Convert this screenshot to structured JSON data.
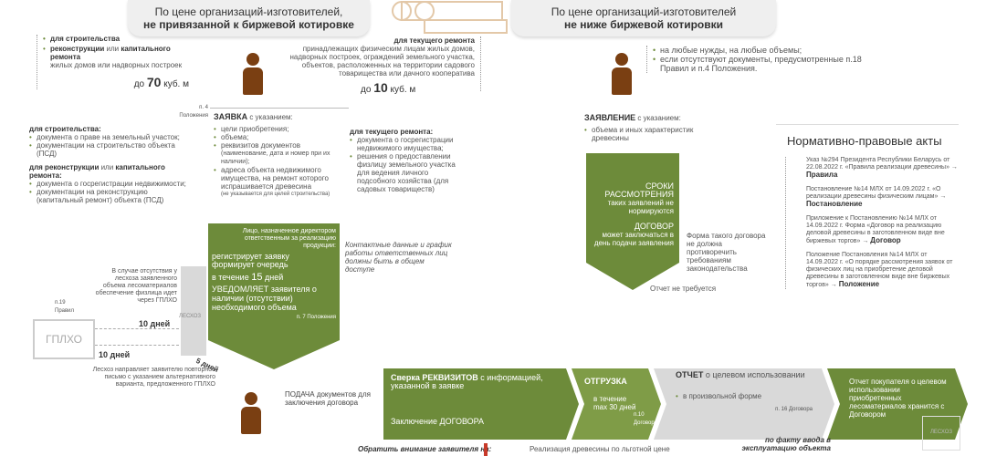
{
  "banner_left": {
    "line1": "По цене организаций-изготовителей,",
    "line2": "не привязанной к биржевой котировке"
  },
  "banner_right": {
    "line1": "По цене организаций-изготовителей",
    "line2": "не ниже биржевой котировки"
  },
  "top_left": {
    "item1": "для строительства",
    "item2_a": "реконструкции",
    "item2_b": " или ",
    "item2_c": "капитального ремонта",
    "item2_sub": "жилых домов или надворных построек",
    "limit_pre": "до ",
    "limit_num": "70",
    "limit_post": " куб. м"
  },
  "top_mid": {
    "title": "для текущего ремонта",
    "text": "принадлежащих физическим лицам жилых домов, надворных построек, ограждений земельного участка, объектов, расположенных на территории садового товарищества или дачного кооператива",
    "limit_pre": "до ",
    "limit_num": "10",
    "limit_post": " куб. м"
  },
  "top_right": {
    "item1": "на любые нужды, на любые объемы;",
    "item2": "если отсутствуют документы, предусмотренные п.18 Правил и п.4 Положения."
  },
  "left_docs": {
    "build_title": "для строительства:",
    "build_1": "документа о праве на земельный участок;",
    "build_2": "документации на строительство объекта (ПСД)",
    "recon_title_a": "для реконструкции",
    "recon_title_b": " или ",
    "recon_title_c": "капитального ремонта:",
    "recon_1": "документа о госрегистрации недвижимости;",
    "recon_2": "документации на реконструкцию (капитальный ремонт) объекта (ПСД)"
  },
  "application": {
    "ref": "п. 4 Положения",
    "title_a": "ЗАЯВКА",
    "title_b": " с указанием:",
    "i1": "цели приобретения;",
    "i2": "объема;",
    "i3": "реквизитов документов",
    "i3_sub": "(наименование, дата и номер при их наличии);",
    "i4": "адреса объекта недвижимого имущества, на ремонт которого испрашивается древесина",
    "i4_sub": "(не указывается для целей строительства)"
  },
  "current_repair": {
    "title": "для текущего ремонта:",
    "i1": "документа о госрегистрации недвижимого имущества;",
    "i2": "решения о предоставлении физлицу земельного участка для ведения личного подсобного хозяйства (для садовых товариществ)"
  },
  "lesnichy": {
    "t1": "Лицо, назначенное директором ответственным за реализацию продукции:",
    "a1": "регистрирует заявку",
    "a2": "формирует очередь",
    "a3_pre": "в течение ",
    "a3_num": "15",
    "a3_post": " дней",
    "a4": "УВЕДОМЛЯЕТ заявителя о наличии (отсутствии) необходимого объема",
    "ref": "п. 7 Положения"
  },
  "contacts_note": "Контактные данные и график работы ответственных лиц должны быть в общем доступе",
  "left_side": {
    "note1": "В случае отсутствия у лесхоза заявленного объема лесоматериалов обеспечение физлица идет через ГПЛХО",
    "ref": "п.19 Правил",
    "gplho": "ГПЛХО",
    "leshoz": "ЛЕСХОЗ",
    "d1": "10 дней",
    "d2": "10 дней",
    "d3": "5 дней",
    "note2": "Лесхоз направляет заявителю повторное письмо с указанием альтернативного варианта, предложенного ГПЛХО"
  },
  "statement": {
    "title_a": "ЗАЯВЛЕНИЕ",
    "title_b": " с указанием:",
    "i1": "объема и иных характеристик древесины",
    "green1": "СРОКИ РАССМОТРЕНИЯ",
    "green1_b": "таких заявлений не нормируются",
    "green2": "ДОГОВОР",
    "green2_b": "может заключаться в день подачи заявления",
    "form_note": "Форма такого договора не должна противоречить требованиям законодательства",
    "report": "Отчет не требуется"
  },
  "legal": {
    "title": "Нормативно-правовые акты",
    "a1": "Указ №294 Президента Республики Беларусь от 22.08.2022 г. «Правила реализации древесины»",
    "a1_r": "Правила",
    "a2": "Постановление №14 МЛХ от 14.09.2022 г. «О реализации древесины физическим лицам»",
    "a2_r": "Постановление",
    "a3": "Приложение к Постановлению №14 МЛХ от 14.09.2022 г. Форма «Договор на реализацию деловой древесины в заготовленном виде вне биржевых торгов»",
    "a3_r": "Договор",
    "a4": "Положение Постановления №14 МЛХ от 14.09.2022 г. «О порядке рассмотрения заявок от физических лиц на приобретение деловой древесины в заготовленном виде вне биржевых торгов»",
    "a4_r": "Положение"
  },
  "flow": {
    "submit": "ПОДАЧА документов для заключения договора",
    "check_a": "Сверка РЕКВИЗИТОВ",
    "check_b": " с информацией, указанной в заявке",
    "contract": "Заключение ДОГОВОРА",
    "ship": "ОТГРУЗКА",
    "ship_term_a": "в течение",
    "ship_term_b": "max 30 дней",
    "ship_ref": "п.10 Договора",
    "report_a": "ОТЧЕТ",
    "report_b": " о целевом использовании",
    "report_form": "в произвольной форме",
    "report_ref": "п. 16 Договора",
    "fact": "по факту ввода в эксплуатацию объекта",
    "final": "Отчет покупателя о целевом использовании приобретенных лесоматериалов хранится с Договором",
    "leshoz2": "ЛЕСХОЗ",
    "attention": "Обратить внимание заявителя на:",
    "preferential": "Реализация древесины по льготной цене"
  }
}
